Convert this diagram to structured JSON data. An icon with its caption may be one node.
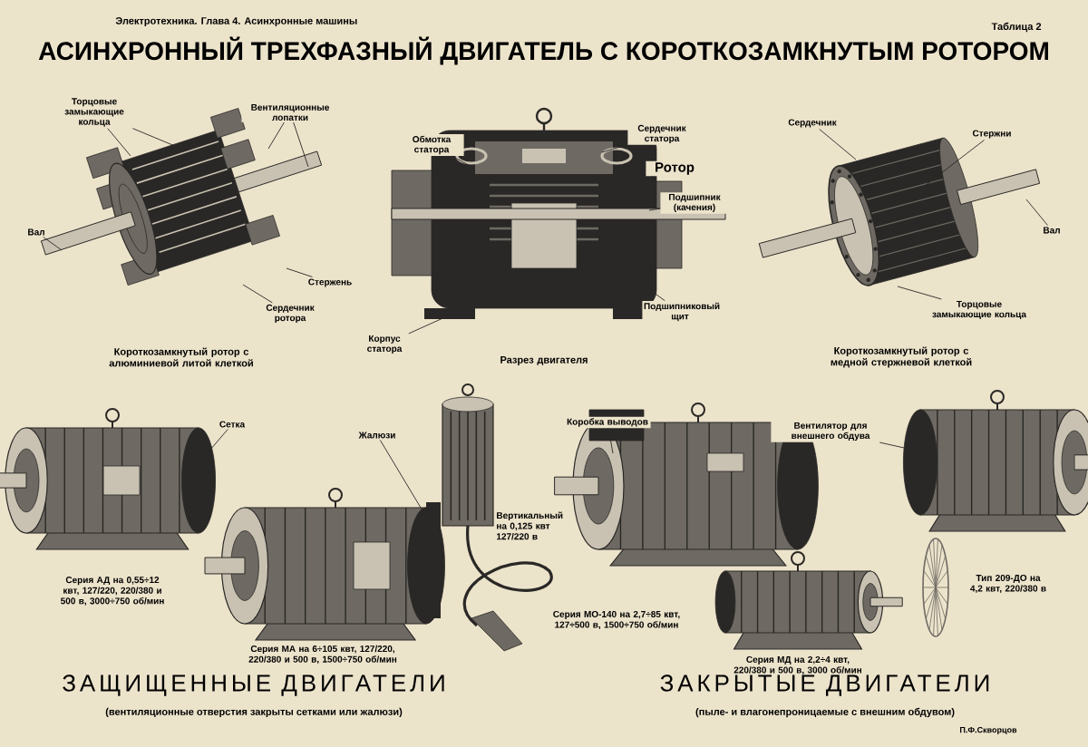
{
  "diagram": {
    "title": "АСИНХРОННЫЙ ТРЕХФАЗНЫЙ ДВИГАТЕЛЬ С КОРОТКОЗАМКНУТЫМ РОТОРОМ",
    "nodes": [
      {
        "text": [],
        "shape": "picture"
      },
      {
        "text": [
          "Торцовые замыкающие кольца"
        ]
      },
      {
        "text": [
          "Вентиляционные лопатки"
        ]
      },
      {
        "text": [
          "Вал"
        ]
      },
      {
        "text": [
          "Стержень"
        ]
      },
      {
        "text": [
          "Сердечник ротора"
        ]
      },
      {
        "text": [],
        "shape": "picture"
      },
      {
        "text": [
          "Обмотка статора"
        ]
      },
      {
        "text": [
          "Сердечник статора"
        ]
      },
      {
        "text": [
          "Ротор"
        ]
      },
      {
        "text": [
          "Подшипник (качения)"
        ]
      },
      {
        "text": [
          "Подшипниковый щит"
        ]
      },
      {
        "text": [
          "Корпус статора"
        ]
      },
      {
        "text": [],
        "shape": "picture"
      },
      {
        "text": [
          "Сердечник"
        ]
      },
      {
        "text": [
          "Стержни"
        ]
      },
      {
        "text": [
          "Вал"
        ]
      },
      {
        "text": [
          "Торцовые замыкающие кольца"
        ]
      },
      {
        "text": [],
        "shape": "picture"
      },
      {
        "text": [],
        "shape": "picture"
      },
      {
        "text": [],
        "shape": "picture"
      },
      {
        "text": [
          "Сетка"
        ]
      },
      {
        "text": [
          "Жалюзи"
        ]
      },
      {
        "text": [],
        "shape": "picture"
      },
      {
        "text": [],
        "shape": "picture"
      },
      {
        "text": [],
        "shape": "picture"
      },
      {
        "text": [
          "Коробка выводов"
        ]
      },
      {
        "text": [
          "Вентилятор для внешнего обдува"
        ]
      }
    ],
    "edges": [
      {
        "from": 1,
        "to": 0,
        "arrow": "none"
      },
      {
        "from": 1,
        "to": 0,
        "arrow": "none"
      },
      {
        "from": 2,
        "to": 0,
        "arrow": "none"
      },
      {
        "from": 2,
        "to": 0,
        "arrow": "none"
      },
      {
        "from": 3,
        "to": 0,
        "arrow": "none"
      },
      {
        "from": 4,
        "to": 0,
        "arrow": "none"
      },
      {
        "from": 5,
        "to": 0,
        "arrow": "none"
      },
      {
        "from": 7,
        "to": 6,
        "arrow": "none"
      },
      {
        "from": 8,
        "to": 6,
        "arrow": "none"
      },
      {
        "from": 9,
        "to": 6,
        "arrow": "none"
      },
      {
        "from": 10,
        "to": 6,
        "arrow": "none"
      },
      {
        "from": 11,
        "to": 6,
        "arrow": "none"
      },
      {
        "from": 12,
        "to": 6,
        "arrow": "none"
      },
      {
        "from": 14,
        "to": 13,
        "arrow": "none"
      },
      {
        "from": 15,
        "to": 13,
        "arrow": "none"
      },
      {
        "from": 16,
        "to": 13,
        "arrow": "none"
      },
      {
        "from": 17,
        "to": 13,
        "arrow": "none"
      },
      {
        "from": 21,
        "to": 18,
        "arrow": "none"
      },
      {
        "from": 22,
        "to": 19,
        "arrow": "none"
      },
      {
        "from": 26,
        "to": 23,
        "arrow": "none"
      },
      {
        "from": 27,
        "to": 25,
        "arrow": "none"
      }
    ],
    "labels": [
      "Электротехника. Глава 4. Асинхронные машины",
      "Таблица 2",
      "Короткозамкнутый ротор с алюминиевой литой клеткой",
      "Разрез двигателя",
      "Короткозамкнутый ротор с медной стержневой клеткой",
      "Серия АД на 0,55÷12 квт, 127/220, 220/380 и 500 в, 3000÷750 об/мин",
      "Серия МА на 6÷105 квт, 127/220, 220/380 и 500 в, 1500÷750 об/мин",
      "Вертикальный на 0,125 квт 127/220 в",
      "Серия МО-140 на 2,7÷85 квт, 127÷500 в, 1500÷750 об/мин",
      "Серия МД на 2,2÷4 квт, 220/380 и 500 в, 3000 об/мин",
      "Тип 209-ДО на 4,2 квт, 220/380 в",
      "ЗАЩИЩЕННЫЕ ДВИГАТЕЛИ",
      "(вентиляционные отверстия закрыты сетками или жалюзи)",
      "ЗАКРЫТЫЕ ДВИГАТЕЛИ",
      "(пыле- и влагонепроницаемые с внешним обдувом)",
      "П.Ф.Скворцов"
    ]
  }
}
